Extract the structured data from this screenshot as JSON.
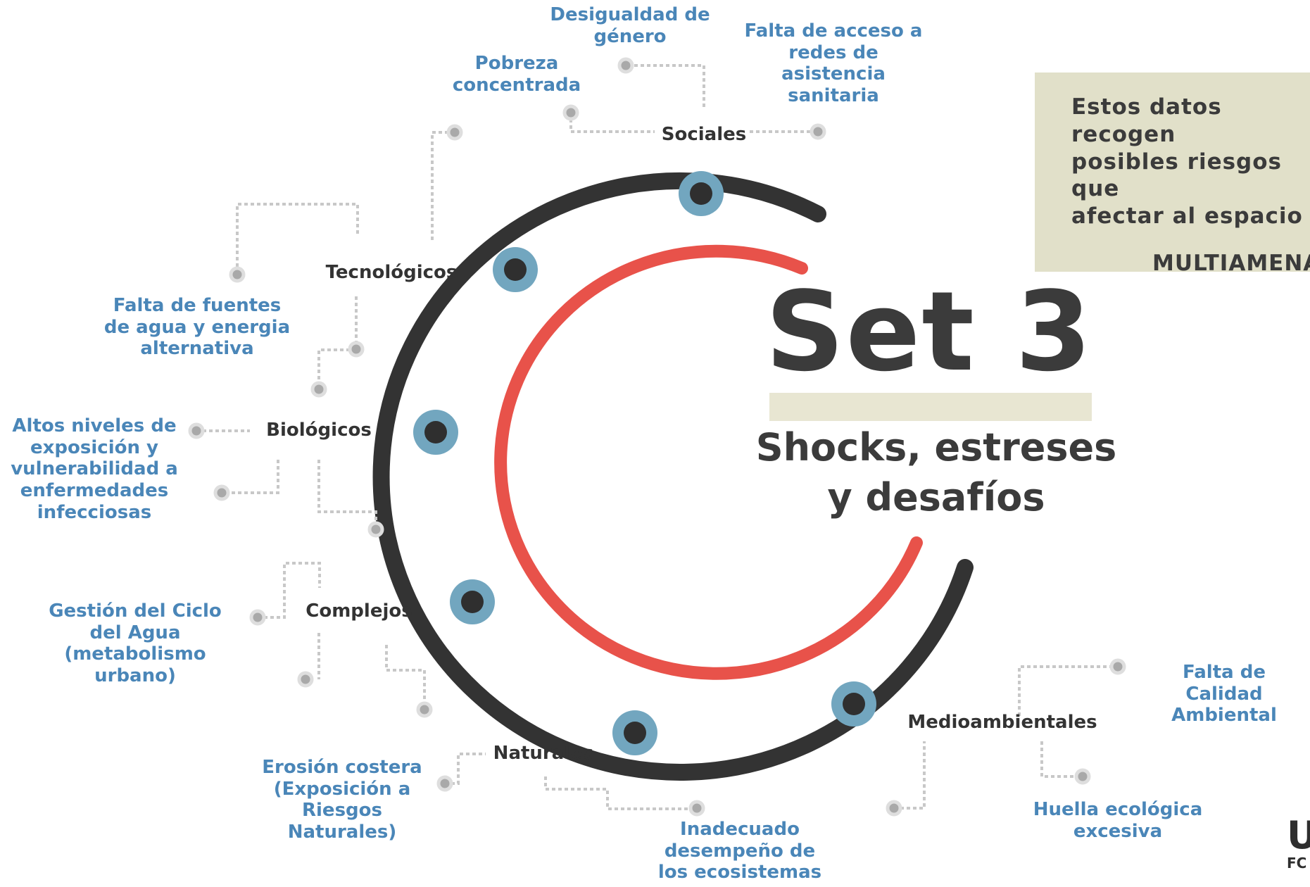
{
  "title": "Set 3",
  "subtitle": "Shocks, estreses\ny desafíos",
  "info_box": {
    "text": "Estos datos recogen\nposibles riesgos que\nafectar al espacio",
    "tag": "MULTIAMENA"
  },
  "logo": {
    "big": "U",
    "small": "FC"
  },
  "categories": [
    {
      "id": "sociales",
      "label": "Sociales"
    },
    {
      "id": "tecnologicos",
      "label": "Tecnológicos"
    },
    {
      "id": "biologicos",
      "label": "Biológicos"
    },
    {
      "id": "complejos",
      "label": "Complejos"
    },
    {
      "id": "naturales",
      "label": "Naturales"
    },
    {
      "id": "medioambientales",
      "label": "Medioambientales"
    }
  ],
  "risks": [
    {
      "id": "desigualdad",
      "label": "Desigualdad de\ngénero"
    },
    {
      "id": "pobreza",
      "label": "Pobreza\nconcentrada"
    },
    {
      "id": "falta-acceso",
      "label": "Falta de acceso a\nredes de\nasistencia\nsanitaria"
    },
    {
      "id": "fuentes-agua",
      "label": "Falta de fuentes\nde agua y energia\nalternativa"
    },
    {
      "id": "altos-niveles",
      "label": "Altos niveles de\nexposición y\nvulnerabilidad  a\nenfermedades\ninfecciosas"
    },
    {
      "id": "ciclo-agua",
      "label": "Gestión del Ciclo\ndel Agua\n(metabolismo\nurbano)"
    },
    {
      "id": "erosion",
      "label": "Erosión costera\n(Exposición a\nRiesgos\nNaturales)"
    },
    {
      "id": "ecosistemas",
      "label": "Inadecuado\ndesempeño de\nlos ecosistemas"
    },
    {
      "id": "calidad-ambiental",
      "label": "Falta de Calidad\nAmbiental"
    },
    {
      "id": "huella",
      "label": "Huella ecológica\nexcesiva"
    }
  ],
  "colors": {
    "outer_arc": "#333333",
    "inner_arc": "#e8524a",
    "node_ring": "#72a6bf",
    "node_core": "#2f2f2f",
    "risk_text": "#4a86b8",
    "category_text": "#333333",
    "connector": "#c8c8c8",
    "info_box_bg": "#e1e0c9"
  }
}
